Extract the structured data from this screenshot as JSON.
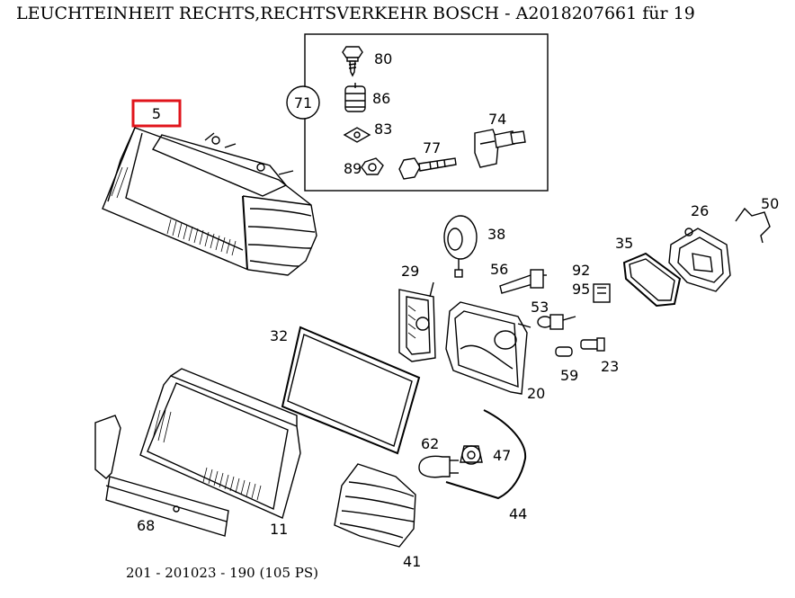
{
  "title": "LEUCHTEINHEIT RECHTS,RECHTSVERKEHR BOSCH - A2018207661 für 19",
  "footer": "201 - 201023 - 190 (105 PS)",
  "highlight_color": "#e0141b",
  "parts": {
    "p5": "5",
    "p71": "71",
    "p80": "80",
    "p86": "86",
    "p83": "83",
    "p89": "89",
    "p77": "77",
    "p74": "74",
    "p38": "38",
    "p29": "29",
    "p56": "56",
    "p92": "92",
    "p95": "95",
    "p35": "35",
    "p26": "26",
    "p50": "50",
    "p32": "32",
    "p53": "53",
    "p59": "59",
    "p23": "23",
    "p20": "20",
    "p62": "62",
    "p47": "47",
    "p44": "44",
    "p11": "11",
    "p68": "68",
    "p41": "41"
  }
}
